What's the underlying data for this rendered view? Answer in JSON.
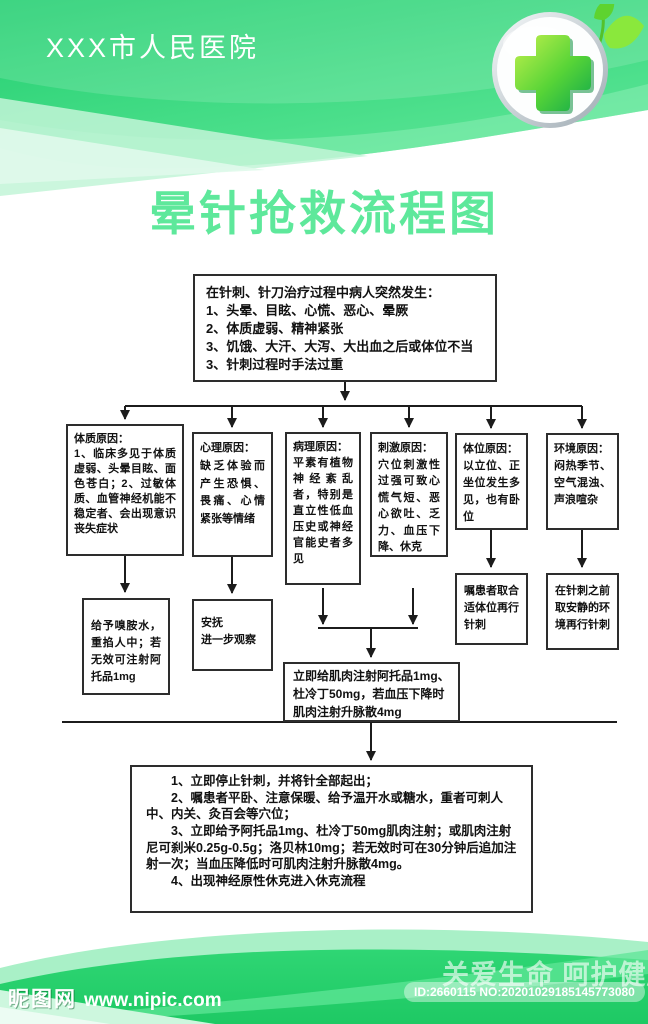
{
  "header": {
    "hospital_name": "XXX市人民医院"
  },
  "title": "晕针抢救流程图",
  "flow": {
    "trigger": {
      "intro": "在针刺、针刀治疗过程中病人突然发生：",
      "items": [
        "1、头晕、目眩、心慌、恶心、晕厥",
        "2、体质虚弱、精神紧张",
        "3、饥饿、大汗、大泻、大出血之后或体位不当",
        "3、针刺过程时手法过重"
      ]
    },
    "causes": [
      {
        "title": "体质原因：",
        "body": "1、临床多见于体质虚弱、头晕目眩、面色苍白；2、过敏体质、血管神经机能不稳定者、会出现意识丧失症状"
      },
      {
        "title": "心理原因：",
        "body": "缺乏体验而产生恐惧、畏痛、心情紧张等情绪"
      },
      {
        "title": "病理原因：",
        "body": "平素有植物神经紊乱者，特别是直立性低血压史或神经官能史者多见"
      },
      {
        "title": "刺激原因：",
        "body": "穴位刺激性过强可致心慌气短、恶心欲吐、乏力、血压下降、休克"
      },
      {
        "title": "体位原因：",
        "body": "以立位、正坐位发生多见，也有卧位"
      },
      {
        "title": "环境原因：",
        "body": "闷热季节、空气混浊、声浪喧杂"
      }
    ],
    "responses": {
      "constitution": "给予嗅胺水，重掐人中；若无效可注射阿托品1mg",
      "psych_line1": "安抚",
      "psych_line2": "进一步观察",
      "posture": "嘱患者取合适体位再行针刺",
      "environment": "在针刺之前取安静的环境再行针刺",
      "converged": "立即给肌肉注射阿托品1mg、杜冷丁50mg，若血压下降时肌肉注射升脉散4mg"
    },
    "final_steps": [
      "1、立即停止针刺，并将针全部起出；",
      "2、嘱患者平卧、注意保暖、给予温开水或糖水，重者可刺人中、内关、灸百会等穴位；",
      "3、立即给予阿托品1mg、杜冷丁50mg肌肉注射；或肌肉注射尼可刹米0.25g-0.5g；洛贝林10mg；若无效时可在30分钟后追加注射一次；当血压降低时可肌肉注射升脉散4mg。",
      "4、出现神经原性休克进入休克流程"
    ]
  },
  "footer": {
    "logo_text": "昵图网",
    "site_url": "www.nipic.com",
    "slogan": "关爱生命  呵护健康",
    "id_label": "ID:2660115 NO:20201029185145773080"
  },
  "colors": {
    "brand_green": "#2ed573",
    "title_green": "#5ee89b",
    "cross_green_light": "#c3f14d",
    "cross_green_dark": "#0ea84c",
    "line_black": "#1c1c1c"
  }
}
